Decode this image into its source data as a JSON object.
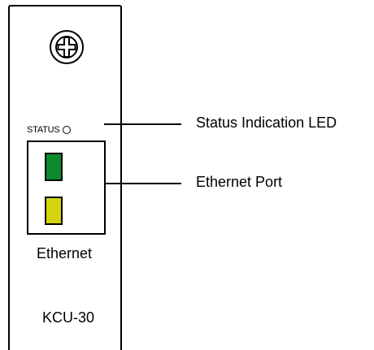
{
  "module": {
    "status_label": "STATUS",
    "port_label": "Ethernet",
    "model": "KCU-30",
    "screw_icon": "screw-icon",
    "link_led_color": "#0b8a2e",
    "activity_led_color": "#d4d40c"
  },
  "callouts": [
    {
      "label": "Status Indication LED"
    },
    {
      "label": "Ethernet Port"
    }
  ]
}
